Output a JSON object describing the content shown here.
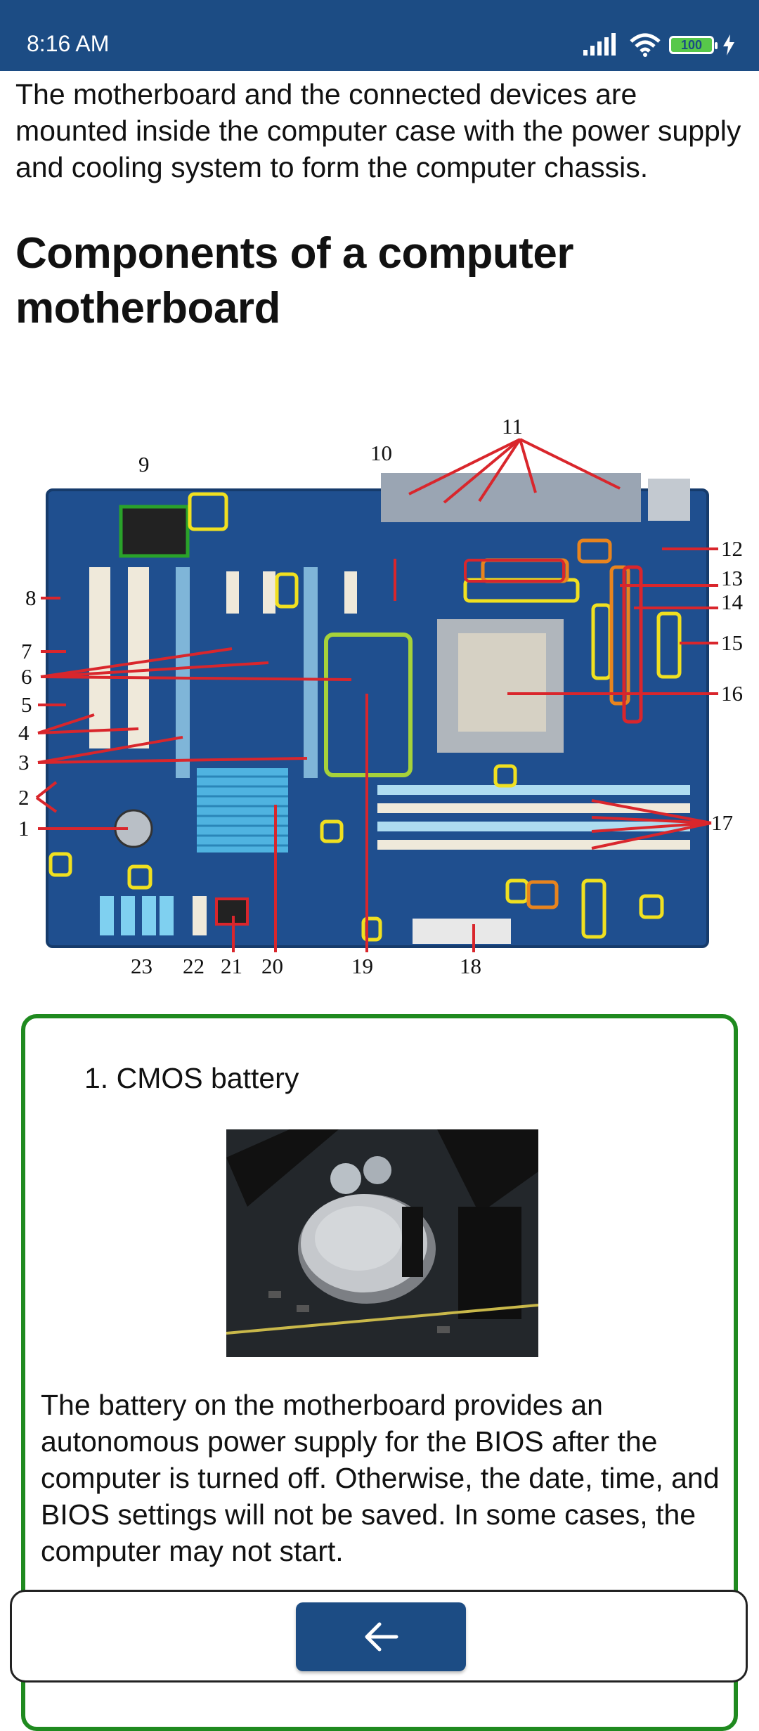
{
  "status": {
    "time": "8:16 AM",
    "battery": "100"
  },
  "intro": "The motherboard and the connected devices are mounted inside the computer case with the power supply and cooling system to form the computer chassis.",
  "heading": "Components of a computer motherboard",
  "diagram": {
    "labels": [
      "1",
      "2",
      "3",
      "4",
      "5",
      "6",
      "7",
      "8",
      "9",
      "10",
      "11",
      "12",
      "13",
      "14",
      "15",
      "16",
      "17",
      "18",
      "19",
      "20",
      "21",
      "22",
      "23"
    ]
  },
  "card": {
    "title": "1. CMOS battery",
    "text": "The battery on the motherboard provides an autonomous power supply for the BIOS after the computer is turned off. Otherwise, the date, time, and BIOS settings will not be saved. In some cases, the computer may not start."
  },
  "colors": {
    "primary": "#1c4c84",
    "card_border": "#1f8a1f"
  },
  "icons": {
    "back": "arrow-left-icon"
  }
}
